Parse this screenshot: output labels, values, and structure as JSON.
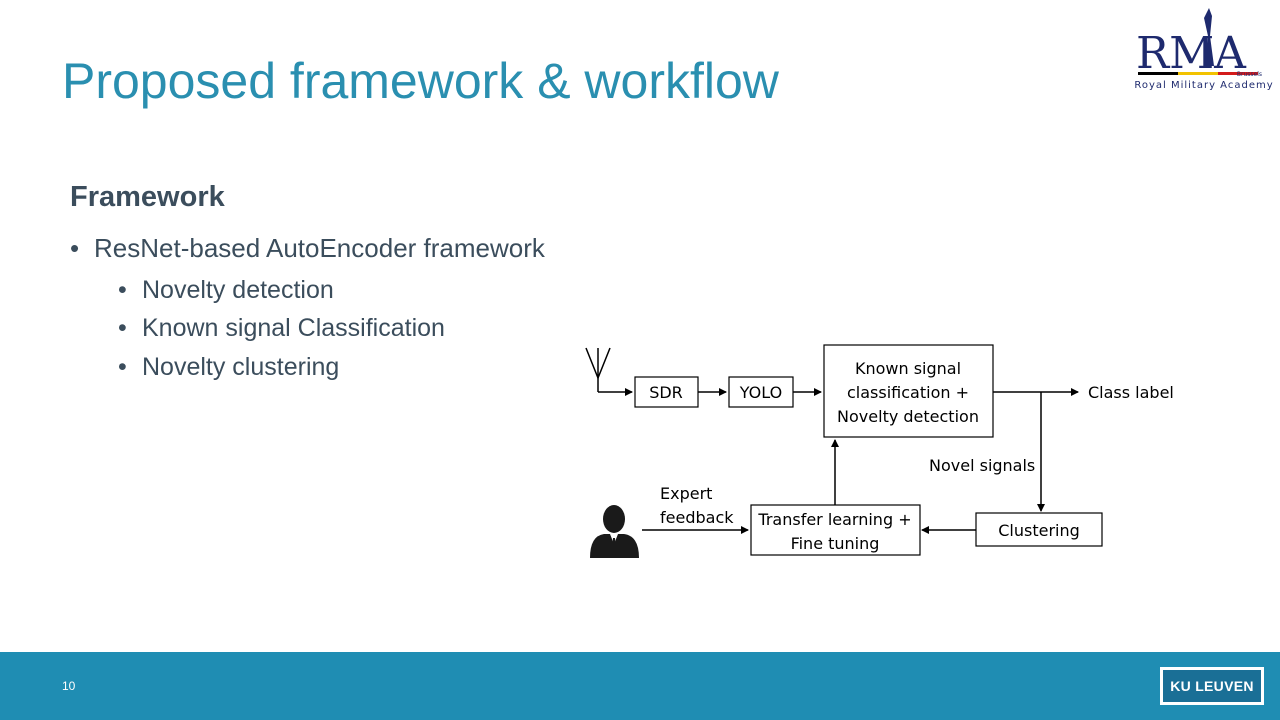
{
  "slide": {
    "title": "Proposed framework & workflow",
    "section_heading": "Framework",
    "bullet_main": "ResNet-based AutoEncoder framework",
    "sub_bullets": [
      "Novelty detection",
      "Known signal Classification",
      "Novelty clustering"
    ],
    "page_number": "10"
  },
  "logos": {
    "rma": {
      "letters": "RMA",
      "city": "Brussels",
      "caption": "Royal Military Academy"
    },
    "ku_leuven": "KU LEUVEN"
  },
  "diagram": {
    "nodes": {
      "sdr": "SDR",
      "yolo": "YOLO",
      "classifier": [
        "Known signal",
        "classification +",
        "Novelty detection"
      ],
      "transfer": [
        "Transfer learning +",
        "Fine tuning"
      ],
      "clustering": "Clustering"
    },
    "labels": {
      "class_label": "Class label",
      "novel_signals": "Novel signals",
      "expert_feedback": [
        "Expert",
        "feedback"
      ]
    },
    "icons": [
      "antenna-icon",
      "person-icon"
    ]
  },
  "colors": {
    "title": "#2a8fb0",
    "text": "#3b4d5c",
    "footer": "#1f8db3",
    "rma_navy": "#1e2a6e"
  }
}
